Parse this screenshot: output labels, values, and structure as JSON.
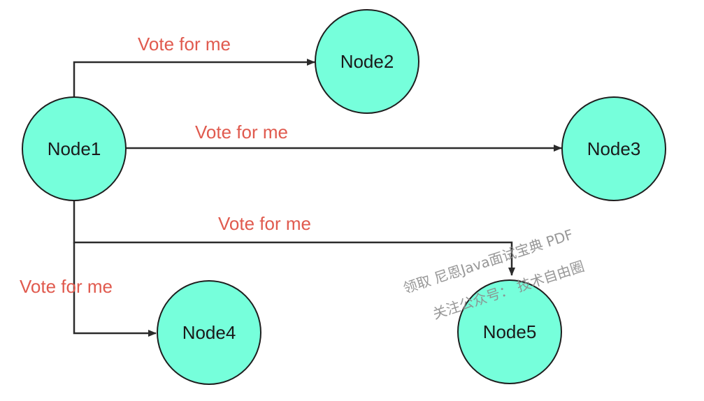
{
  "colors": {
    "node_fill": "#76ffdb",
    "node_stroke": "#1e1e1e",
    "edge": "#2b2b2b",
    "edge_label": "#e05a4e",
    "watermark": "#8c8c8c"
  },
  "nodes": [
    {
      "id": "node1",
      "label": "Node1"
    },
    {
      "id": "node2",
      "label": "Node2"
    },
    {
      "id": "node3",
      "label": "Node3"
    },
    {
      "id": "node4",
      "label": "Node4"
    },
    {
      "id": "node5",
      "label": "Node5"
    }
  ],
  "edges": [
    {
      "from": "node1",
      "to": "node2",
      "label": "Vote for me"
    },
    {
      "from": "node1",
      "to": "node3",
      "label": "Vote for me"
    },
    {
      "from": "node1",
      "to": "node5",
      "label": "Vote for me"
    },
    {
      "from": "node1",
      "to": "node4",
      "label": "Vote for me"
    }
  ],
  "watermark": {
    "line1": "领取 尼恩Java面试宝典 PDF",
    "line2": "关注公众号： 技术自由圈"
  }
}
